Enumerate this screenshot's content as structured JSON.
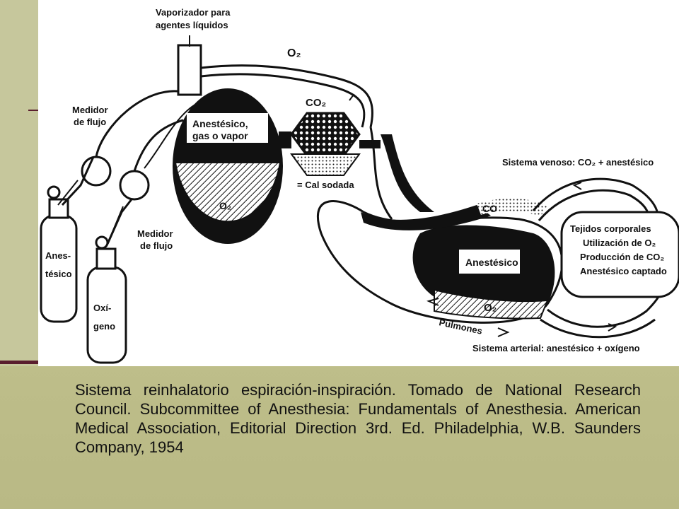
{
  "diagram": {
    "labels": {
      "vaporizer_line1": "Vaporizador para",
      "vaporizer_line2": "agentes líquidos",
      "o2_top": "O₂",
      "co2_top": "CO₂",
      "flow1_line1": "Medidor",
      "flow1_line2": "de flujo",
      "flow2_line1": "Medidor",
      "flow2_line2": "de flujo",
      "bag_line1": "Anestésico,",
      "bag_line2": "gas o vapor",
      "bag_o2": "O₂",
      "soda_lime": "= Cal sodada",
      "anes_cyl_line1": "Anes-",
      "anes_cyl_line2": "tésico",
      "oxy_cyl_line1": "Oxí-",
      "oxy_cyl_line2": "geno",
      "venous": "Sistema venoso: CO₂ + anestésico",
      "tissues_line1": "Tejidos corporales",
      "tissues_line2": "Utilización de O₂",
      "tissues_line3": "Producción de CO₂",
      "tissues_line4": "Anestésico captado",
      "lung_anes": "Anestésico",
      "lung_o2": "O₂",
      "lung_co": "CO",
      "lungs": "Pulmones",
      "arterial": "Sistema arterial: anestésico + oxígeno"
    }
  },
  "caption": {
    "text": "Sistema reinhalatorio espiración-inspiración. Tomado de National Research Council. Subcommittee of Anesthesia: Fundamentals of Anesthesia. American Medical Association, Editorial Direction 3rd. Ed. Philadelphia, W.B. Saunders Company, 1954"
  },
  "colors": {
    "background": "#c3c38f",
    "accent": "#5a1e2e",
    "diagram_bg": "#ffffff",
    "ink": "#111111"
  }
}
